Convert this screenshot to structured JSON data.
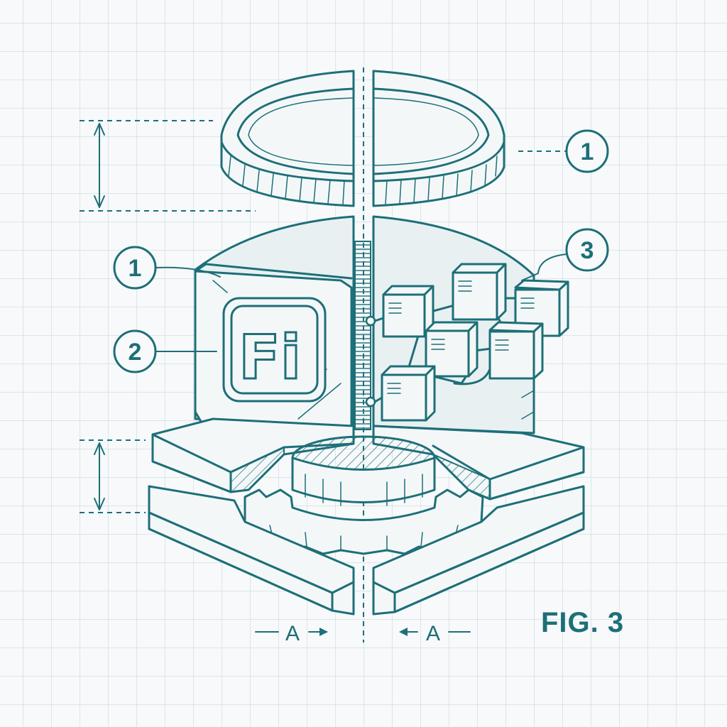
{
  "callouts": {
    "lid": "1",
    "module_left": "1",
    "module_face": "2",
    "network": "3"
  },
  "logo": {
    "text": "Fi"
  },
  "section_labels": {
    "left": "A",
    "right": "A"
  },
  "figure_label": "FIG. 3",
  "colors": {
    "ink": "#1d6f78",
    "paper": "#f7f9fa",
    "grid": "#b4cbd4"
  }
}
